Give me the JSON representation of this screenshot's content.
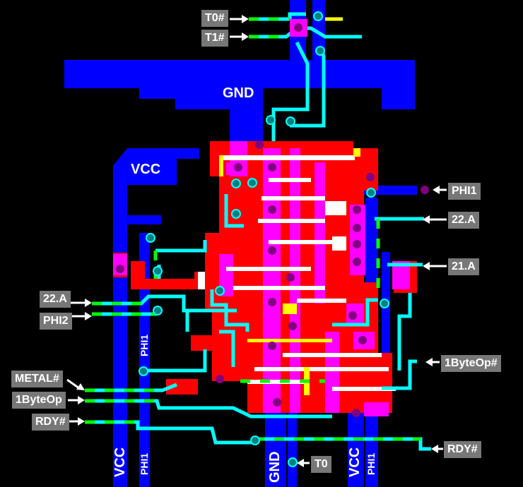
{
  "colors": {
    "metal": "#0000ff",
    "diffusion": "#ff0000",
    "poly": "#ff00ff",
    "wire_a": "#00ffff",
    "wire_b": "#00ff00",
    "via": "#008080",
    "contact": "#800080",
    "label_bg": "#777777"
  },
  "labels": {
    "t0_hash": "T0#",
    "t1_hash": "T1#",
    "gnd_top": "GND",
    "vcc_top": "VCC",
    "phi1_right": "PHI1",
    "a22_right": "22.A",
    "a21_right": "21.A",
    "onebyteop_hash_right": "1ByteOp#",
    "rdy_hash_right": "RDY#",
    "t0_bottom": "T0",
    "a22_left": "22.A",
    "phi2_left": "PHI2",
    "metal_hash_left": "METAL#",
    "onebyteop_left": "1ByteOp",
    "rdy_hash_left": "RDY#"
  },
  "rail_labels": {
    "vcc_left": "VCC",
    "phi1_left_mid": "PHI1",
    "phi1_left_bottom": "PHI1",
    "gnd_bottom": "GND",
    "vcc_bottom": "VCC",
    "phi1_bottom": "PHI1"
  }
}
